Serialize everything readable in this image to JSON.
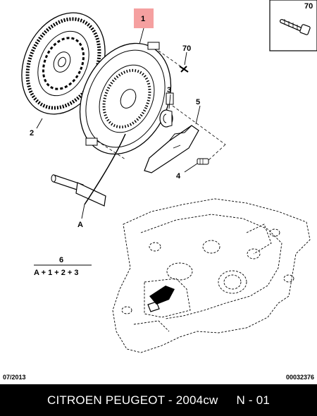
{
  "labels": {
    "part_1": "1",
    "part_2": "2",
    "part_3": "3",
    "part_4": "4",
    "part_5": "5",
    "part_70": "70",
    "part_70_inset": "70",
    "part_a": "A",
    "kit_number": "6",
    "kit_formula": "A + 1 + 2 + 3"
  },
  "highlight_color": "#f5a0a0",
  "footer": {
    "date": "07/2013",
    "reference": "00032376",
    "make_model": "CITROEN PEUGEOT - 2004cw",
    "page": "N - 01"
  }
}
